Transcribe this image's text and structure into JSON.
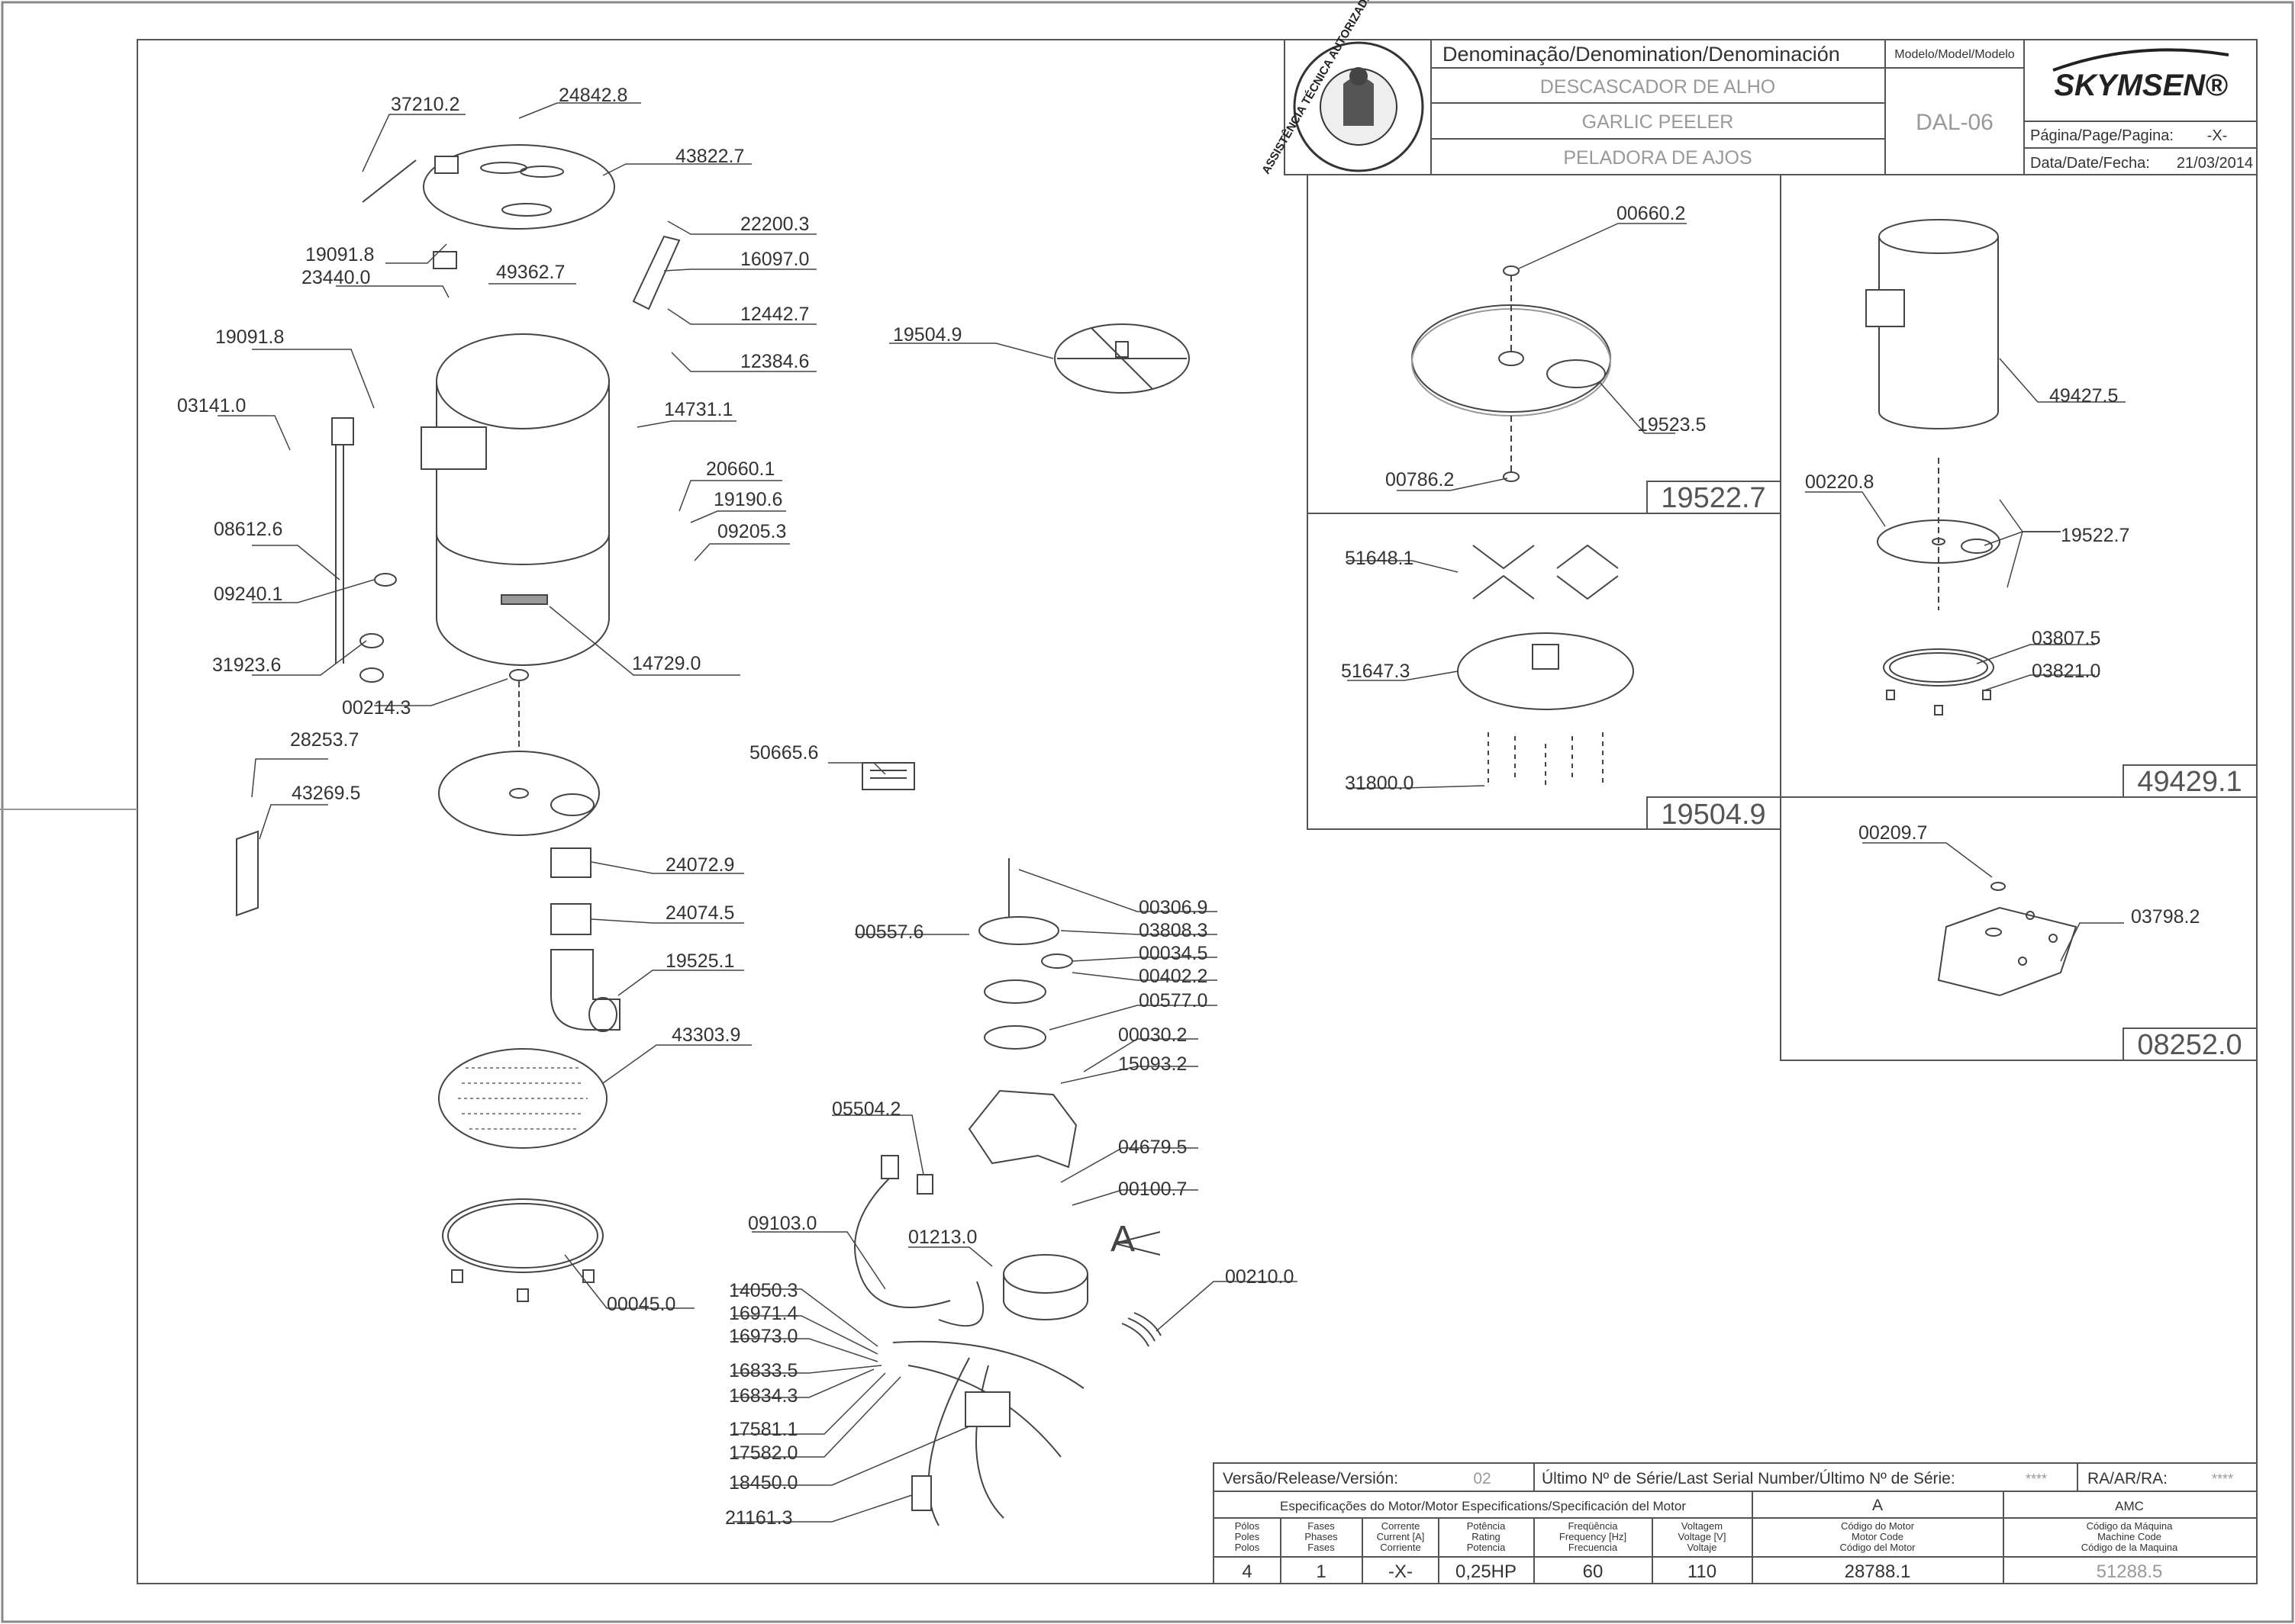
{
  "title_block": {
    "denomination_label": "Denominação/Denomination/Denominación",
    "name_pt": "DESCASCADOR DE ALHO",
    "name_en": "GARLIC PEELER",
    "name_es": "PELADORA DE AJOS",
    "model_label": "Modelo/Model/Modelo",
    "model": "DAL-06",
    "brand": "SKYMSEN®",
    "page_label": "Página/Page/Pagina:",
    "page_value": "-X-",
    "date_label": "Data/Date/Fecha:",
    "date_value": "21/03/2014",
    "seal_text": "ASSISTÊNCIA TÉCNICA AUTORIZADA"
  },
  "main_labels": {
    "p37210_2": "37210.2",
    "p24842_8": "24842.8",
    "p43822_7": "43822.7",
    "p19091_8a": "19091.8",
    "p23440_0": "23440.0",
    "p49362_7": "49362.7",
    "p22200_3": "22200.3",
    "p16097_0": "16097.0",
    "p12442_7": "12442.7",
    "p12384_6": "12384.6",
    "p19504_9": "19504.9",
    "p19091_8b": "19091.8",
    "p03141_0": "03141.0",
    "p14731_1": "14731.1",
    "p20660_1": "20660.1",
    "p19190_6": "19190.6",
    "p09205_3": "09205.3",
    "p08612_6": "08612.6",
    "p09240_1": "09240.1",
    "p31923_6": "31923.6",
    "p14729_0": "14729.0",
    "p00214_3": "00214.3",
    "p50665_6": "50665.6",
    "p28253_7": "28253.7",
    "p43269_5": "43269.5",
    "p24072_9": "24072.9",
    "p24074_5": "24074.5",
    "p19525_1": "19525.1",
    "p43303_9": "43303.9",
    "p00045_0": "00045.0",
    "p00557_6": "00557.6",
    "p00306_9": "00306.9",
    "p03808_3": "03808.3",
    "p00034_5": "00034.5",
    "p00402_2": "00402.2",
    "p00577_0": "00577.0",
    "p00030_2": "00030.2",
    "p15093_2": "15093.2",
    "p05504_2": "05504.2",
    "p04679_5": "04679.5",
    "p00100_7": "00100.7",
    "p09103_0": "09103.0",
    "p01213_0": "01213.0",
    "detail_a": "A",
    "p00210_0": "00210.0",
    "p14050_3": "14050.3",
    "p16971_4": "16971.4",
    "p16973_0": "16973.0",
    "p16833_5": "16833.5",
    "p16834_3": "16834.3",
    "p17581_1": "17581.1",
    "p17582_0": "17582.0",
    "p18450_0": "18450.0",
    "p21161_3": "21161.3"
  },
  "detail_boxes": {
    "box1": {
      "id": "19522.7",
      "a": "00660.2",
      "b": "19523.5",
      "c": "00786.2"
    },
    "box2": {
      "id": "49429.1",
      "a": "49427.5",
      "b": "00220.8",
      "c": "19522.7",
      "d": "03807.5",
      "e": "03821.0"
    },
    "box3": {
      "id": "19504.9",
      "a": "51648.1",
      "b": "51647.3",
      "c": "31800.0"
    },
    "box4": {
      "id": "08252.0",
      "a": "00209.7",
      "b": "03798.2"
    }
  },
  "bottom_table": {
    "release_label": "Versão/Release/Versión:",
    "release_value": "02",
    "serial_label": "Último Nº de Série/Last Serial Number/Último Nº de Série:",
    "serial_value": "****",
    "ra_label": "RA/AR/RA:",
    "ra_value": "****",
    "motor_spec_label": "Especificações do Motor/Motor Especifications/Specificación del Motor",
    "col_a": "A",
    "col_amc": "AMC",
    "headers": [
      [
        "Pólos",
        "Poles",
        "Polos"
      ],
      [
        "Fases",
        "Phases",
        "Fases"
      ],
      [
        "Corrente",
        "Current [A]",
        "Corriente"
      ],
      [
        "Potência",
        "Rating",
        "Potencia"
      ],
      [
        "Freqüência",
        "Frequency [Hz]",
        "Frecuencia"
      ],
      [
        "Voltagem",
        "Voltage [V]",
        "Voltaje"
      ],
      [
        "Código do Motor",
        "Motor Code",
        "Código del Motor"
      ],
      [
        "Código da Máquina",
        "Machine Code",
        "Código de la Maquina"
      ]
    ],
    "values": [
      "4",
      "1",
      "-X-",
      "0,25HP",
      "60",
      "110",
      "28788.1",
      "51288.5"
    ]
  }
}
